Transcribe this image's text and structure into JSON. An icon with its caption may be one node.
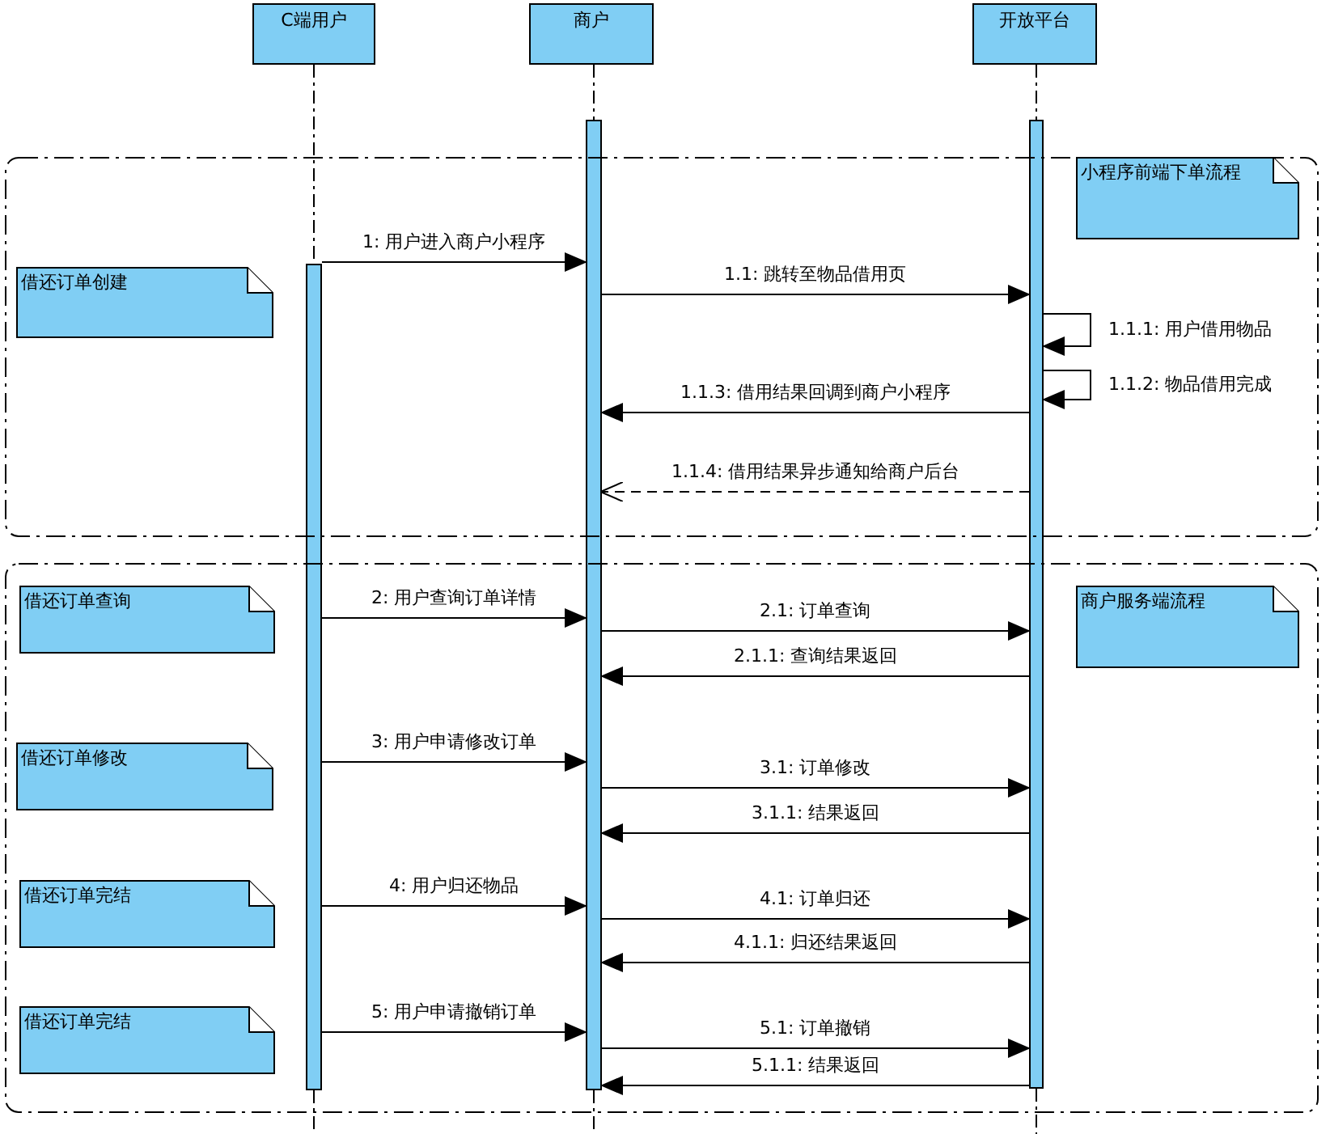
{
  "diagram": {
    "nodes": [
      {
        "text": [
          "C端用户"
        ]
      },
      {
        "text": [
          "商户"
        ]
      },
      {
        "text": [
          "开放平台"
        ]
      },
      {
        "text": [],
        "shape": "bar"
      },
      {
        "text": [],
        "shape": "bar"
      },
      {
        "text": [],
        "shape": "bar"
      },
      {
        "text": [],
        "shape": "box"
      },
      {
        "text": [
          "小程序前端下单流程"
        ],
        "in": 6
      },
      {
        "text": [
          "借还订单创建"
        ],
        "in": 6
      },
      {
        "text": [],
        "shape": "box"
      },
      {
        "text": [
          "借还订单查询"
        ],
        "in": 9
      },
      {
        "text": [
          "商户服务端流程"
        ],
        "in": 9
      },
      {
        "text": [
          "借还订单修改"
        ],
        "in": 9
      },
      {
        "text": [
          "借还订单完结"
        ],
        "in": 9
      },
      {
        "text": [
          "借还订单完结"
        ],
        "in": 9
      }
    ],
    "edges": [
      {
        "from": 0,
        "to": 3,
        "arrow": "none",
        "style": "dashed"
      },
      {
        "from": 1,
        "to": 4,
        "arrow": "none",
        "style": "dashed"
      },
      {
        "from": 2,
        "to": 5,
        "arrow": "none",
        "style": "dashed"
      },
      {
        "from": 3,
        "to": 4,
        "arrow": "to",
        "label": "1: 用户进入商户小程序"
      },
      {
        "from": 4,
        "to": 5,
        "arrow": "to",
        "label": "1.1: 跳转至物品借用页"
      },
      {
        "from": 5,
        "to": 5,
        "arrow": "to",
        "label": "1.1.1: 用户借用物品"
      },
      {
        "from": 5,
        "to": 5,
        "arrow": "to",
        "label": "1.1.2: 物品借用完成"
      },
      {
        "from": 5,
        "to": 4,
        "arrow": "to",
        "label": "1.1.3: 借用结果回调到商户小程序"
      },
      {
        "from": 5,
        "to": 4,
        "arrow": "to",
        "label": "1.1.4: 借用结果异步通知给商户后台",
        "style": "dashed"
      },
      {
        "from": 3,
        "to": 4,
        "arrow": "to",
        "label": "2: 用户查询订单详情"
      },
      {
        "from": 4,
        "to": 5,
        "arrow": "to",
        "label": "2.1: 订单查询"
      },
      {
        "from": 5,
        "to": 4,
        "arrow": "to",
        "label": "2.1.1: 查询结果返回"
      },
      {
        "from": 3,
        "to": 4,
        "arrow": "to",
        "label": "3: 用户申请修改订单"
      },
      {
        "from": 4,
        "to": 5,
        "arrow": "to",
        "label": "3.1: 订单修改"
      },
      {
        "from": 5,
        "to": 4,
        "arrow": "to",
        "label": "3.1.1: 结果返回"
      },
      {
        "from": 3,
        "to": 4,
        "arrow": "to",
        "label": "4: 用户归还物品"
      },
      {
        "from": 4,
        "to": 5,
        "arrow": "to",
        "label": "4.1: 订单归还"
      },
      {
        "from": 5,
        "to": 4,
        "arrow": "to",
        "label": "4.1.1: 归还结果返回"
      },
      {
        "from": 3,
        "to": 4,
        "arrow": "to",
        "label": "5: 用户申请撤销订单"
      },
      {
        "from": 4,
        "to": 5,
        "arrow": "to",
        "label": "5.1: 订单撤销"
      },
      {
        "from": 5,
        "to": 4,
        "arrow": "to",
        "label": "5.1.1: 结果返回"
      }
    ]
  }
}
